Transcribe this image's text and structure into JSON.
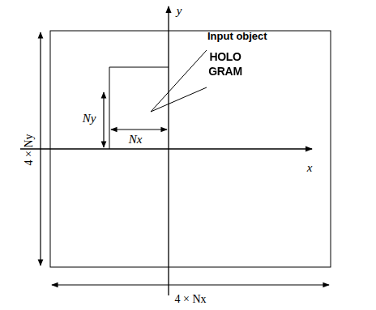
{
  "diagram": {
    "nodes": [
      {
        "text": [
          "Input object",
          "HOLO GRAM"
        ]
      }
    ],
    "labels": [
      "y",
      "x",
      "Ny",
      "Nx",
      "4 × Ny",
      "4 × Nx"
    ]
  }
}
